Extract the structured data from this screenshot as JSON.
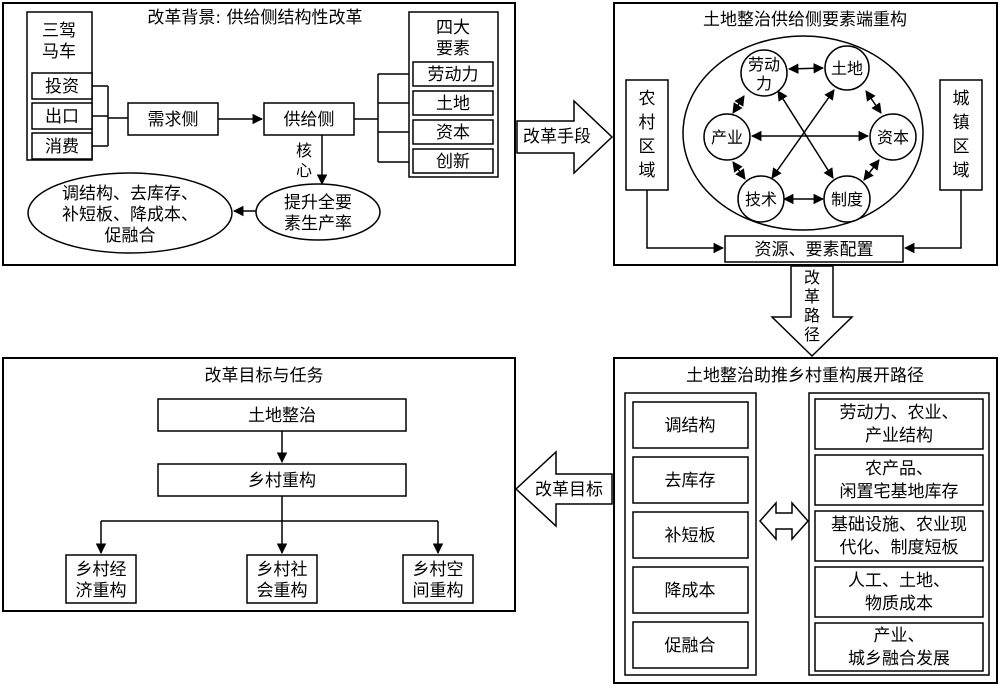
{
  "panel1": {
    "title": "改革背景: 供给侧结构性改革",
    "troika": [
      "三驾",
      "马车"
    ],
    "demand_items": [
      "投资",
      "出口",
      "消费"
    ],
    "demand_side": "需求侧",
    "supply_side": "供给侧",
    "core": [
      "核",
      "心"
    ],
    "tfp": [
      "提升全要",
      "素生产率"
    ],
    "tasks": [
      "调结构、去库存、",
      "补短板、降成本、",
      "促融合"
    ],
    "four_factors": [
      "四大",
      "要素"
    ],
    "factors": [
      "劳动力",
      "土地",
      "资本",
      "创新"
    ]
  },
  "arrow_means": "改革手段",
  "panel2": {
    "title": "土地整治供给侧要素端重构",
    "rural": [
      "农",
      "村",
      "区",
      "域"
    ],
    "urban": [
      "城",
      "镇",
      "区",
      "域"
    ],
    "nodes": {
      "labor": [
        "劳动",
        "力"
      ],
      "land": "土地",
      "industry": "产业",
      "capital": "资本",
      "tech": "技术",
      "system": "制度"
    },
    "allocation": "资源、要素配置"
  },
  "arrow_path": [
    "改",
    "革",
    "路",
    "径"
  ],
  "panel4": {
    "title": "土地整治助推乡村重构展开路径",
    "left_items": [
      "调结构",
      "去库存",
      "补短板",
      "降成本",
      "促融合"
    ],
    "right_items": [
      [
        "劳动力、农业、",
        "产业结构"
      ],
      [
        "农产品、",
        "闲置宅基地库存"
      ],
      [
        "基础设施、农业现",
        "代化、制度短板"
      ],
      [
        "人工、土地、",
        "物质成本"
      ],
      [
        "产业、",
        "城乡融合发展"
      ]
    ]
  },
  "arrow_goal": "改革目标",
  "panel3": {
    "title": "改革目标与任务",
    "land_consolidation": "土地整治",
    "rural_restructuring": "乡村重构",
    "sub": [
      [
        "乡村经",
        "济重构"
      ],
      [
        "乡村社",
        "会重构"
      ],
      [
        "乡村空",
        "间重构"
      ]
    ]
  }
}
